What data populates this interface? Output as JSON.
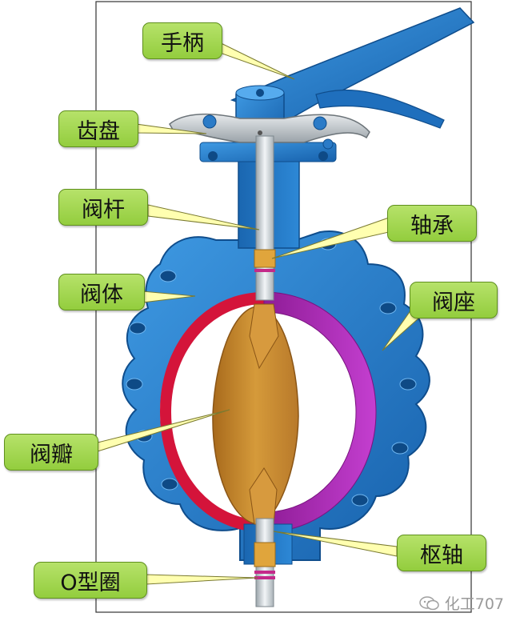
{
  "labels": {
    "handle": "手柄",
    "gear_plate": "齿盘",
    "stem": "阀杆",
    "bearing": "轴承",
    "body": "阀体",
    "seat": "阀座",
    "disc": "阀瓣",
    "pivot_shaft": "枢轴",
    "o_ring": "O型圈"
  },
  "watermark": {
    "text": "化工707",
    "icon": "wechat-icon"
  },
  "colors": {
    "body_blue": "#1f78c8",
    "seat_red": "#d4143a",
    "seat_magenta": "#b428b8",
    "disc_orange": "#c8862a",
    "stem_gray": "#d9dee2",
    "label_green": "#9fd54a"
  }
}
